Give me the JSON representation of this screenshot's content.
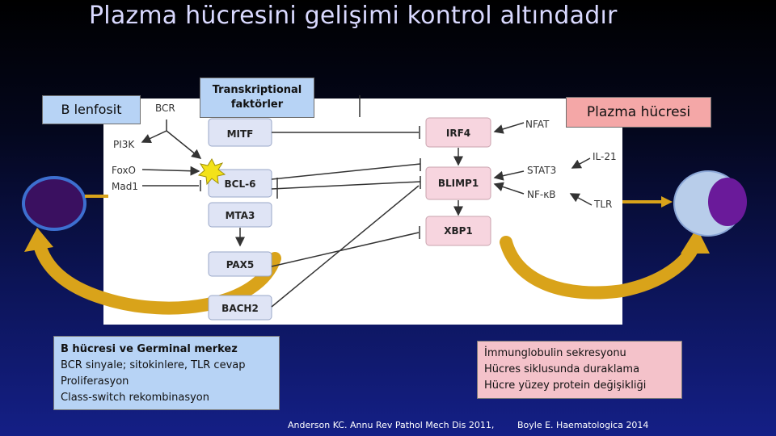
{
  "title": "Plazma hücresini gelişimi kontrol altındadır",
  "labels": {
    "b_lenfosit": "B lenfosit",
    "transkriptional_line1": "Transkriptional",
    "transkriptional_line2": "faktörler",
    "plazma_hucresi": "Plazma hücresi"
  },
  "diagram": {
    "left_factors": [
      "MITF",
      "BCL-6",
      "MTA3",
      "PAX5",
      "BACH2"
    ],
    "right_factors": [
      "IRF4",
      "BLIMP1",
      "XBP1"
    ],
    "signals_left": [
      "BCR",
      "PI3K",
      "FoxO",
      "Mad1"
    ],
    "signals_right": [
      "NFAT",
      "STAT3",
      "NF-κB",
      "IL-21",
      "TLR"
    ],
    "colors": {
      "left_box": "#dfe4f5",
      "right_box": "#f7d5df",
      "b_cell": "#3a1060",
      "plasma_outer": "#b8cdea",
      "plasma_nucleus": "#6a1a9a",
      "arrow_gold": "#d9a31a"
    }
  },
  "info_left": {
    "heading": "B hücresi ve Germinal merkez",
    "lines": [
      "BCR sinyale; sitokinlere, TLR cevap",
      "Proliferasyon",
      "Class-switch rekombinasyon"
    ]
  },
  "info_right": {
    "lines": [
      "İmmunglobulin sekresyonu",
      "Hücres siklusunda duraklama",
      "Hücre yüzey protein değişikliği"
    ]
  },
  "references": [
    "Anderson KC. Annu Rev Pathol Mech Dis 2011,",
    "Boyle E. Haematologica 2014"
  ]
}
